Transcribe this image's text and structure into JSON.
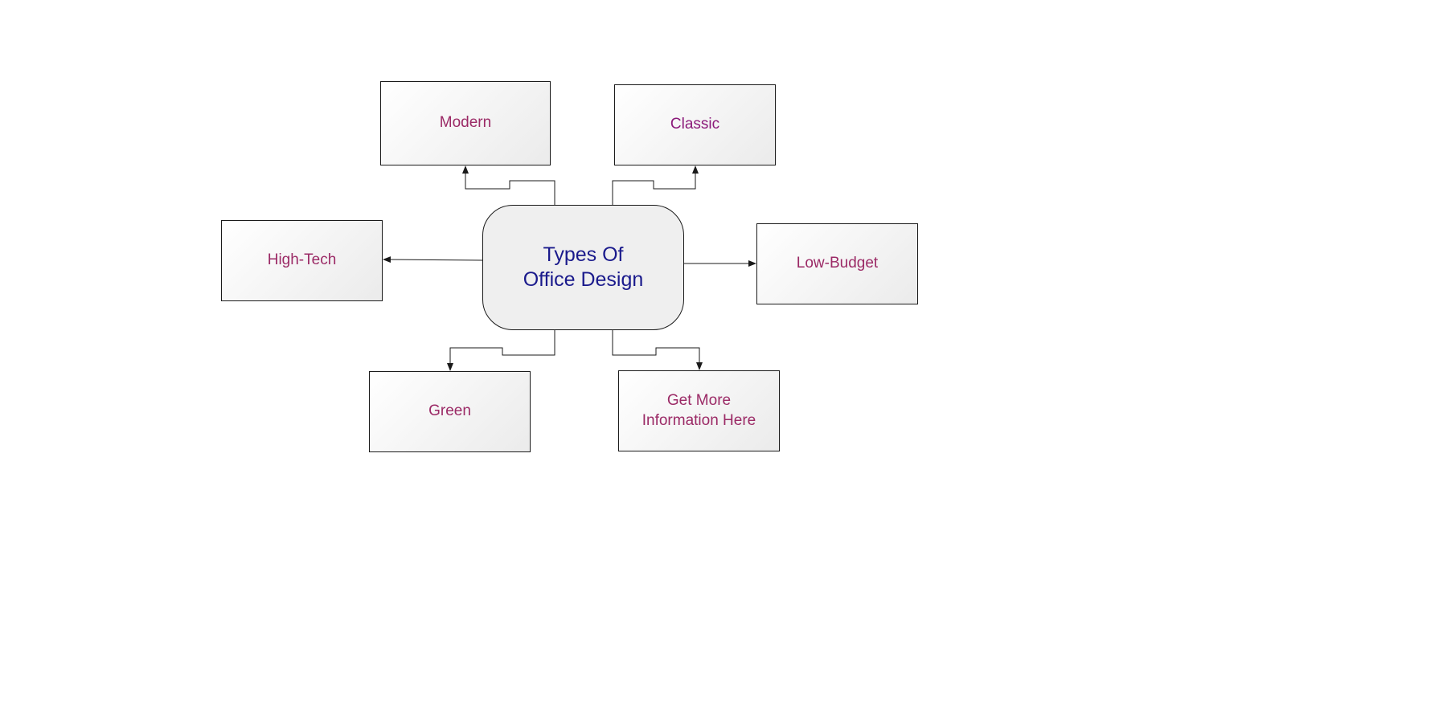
{
  "colors": {
    "central_text": "#1a1a8c",
    "node_text": "#9b2a66",
    "node_text_alt": "#8b1a7a",
    "connector": "#1a1a1a"
  },
  "diagram": {
    "central": {
      "label": "Types Of\nOffice Design"
    },
    "nodes": {
      "modern": {
        "label": "Modern"
      },
      "classic": {
        "label": "Classic"
      },
      "high_tech": {
        "label": "High-Tech"
      },
      "low_budget": {
        "label": "Low-Budget"
      },
      "green": {
        "label": "Green"
      },
      "more_info": {
        "label": "Get More\nInformation Here"
      }
    }
  }
}
